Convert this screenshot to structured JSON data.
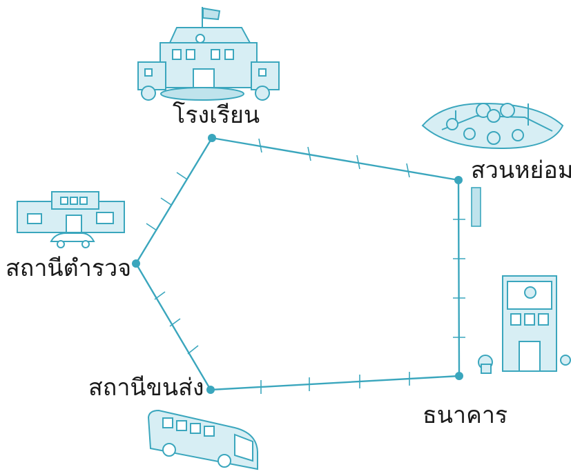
{
  "places": {
    "school": "โรงเรียน",
    "park": "สวนหย่อม",
    "police": "สถานีตำรวจ",
    "bus_station": "สถานีขนส่ง",
    "bank": "ธนาคาร"
  },
  "colors": {
    "route": "#3aa6bd",
    "illustration_stroke": "#3aa6bd",
    "illustration_fill": "#d7eef4",
    "marker_fill": "#bfe3ec"
  },
  "icons": {
    "school": "school-building-icon",
    "park": "park-icon",
    "police": "police-station-icon",
    "bus_station": "bus-icon",
    "bank": "bank-building-icon"
  }
}
